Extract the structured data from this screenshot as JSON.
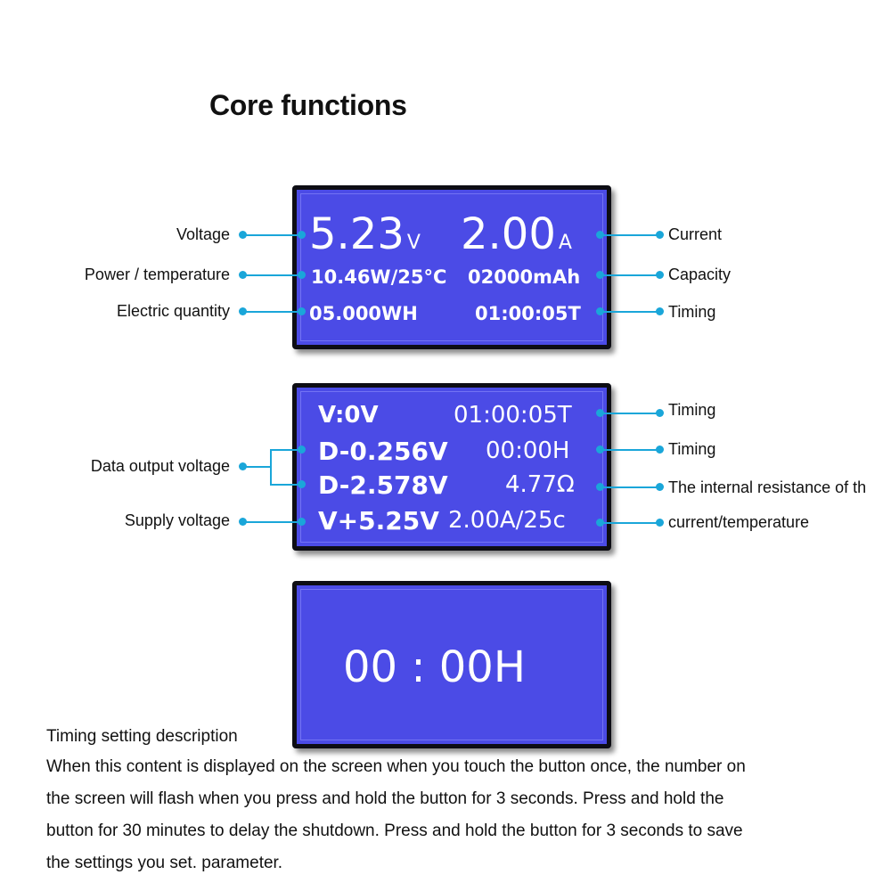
{
  "title": "Core functions",
  "screen1": {
    "voltage_value": "5.23",
    "voltage_unit": "V",
    "current_value": "2.00",
    "current_unit": "A",
    "power_temp": "10.46W/25°C",
    "capacity": "02000mAh",
    "electric_quantity": "05.000WH",
    "timing": "01:00:05T"
  },
  "screen1_labels": {
    "voltage": "Voltage",
    "power_temperature": "Power / temperature",
    "electric_quantity": "Electric quantity",
    "current": "Current",
    "capacity": "Capacity",
    "timing": "Timing"
  },
  "screen2": {
    "v0": "V:0V",
    "timing1": "01:00:05T",
    "d_minus": "D-0.256V",
    "timing2": "00:00H",
    "d_plus": "D-2.578V",
    "resistance": "4.77Ω",
    "v_plus": "V+5.25V",
    "current_temp": "2.00A/25c"
  },
  "screen2_labels": {
    "timing1": "Timing",
    "timing2": "Timing",
    "internal_resistance": "The internal resistance of th",
    "current_temperature": "current/temperature",
    "data_output_voltage": "Data output voltage",
    "supply_voltage": "Supply voltage"
  },
  "screen3": {
    "timer": "00 : 00H"
  },
  "description": {
    "heading": "Timing setting description",
    "lines": [
      "When this content is displayed on the screen when you touch the button once, the number on",
      "the screen will flash when you press and hold the button for 3 seconds. Press and hold the",
      "button for 30 minutes to delay the shutdown. Press and hold the button for 3 seconds to save",
      "the settings you set. parameter."
    ]
  },
  "colors": {
    "screen_bg": "#4b4be6",
    "connector": "#1aa6d9",
    "bezel": "#0d0d14"
  }
}
